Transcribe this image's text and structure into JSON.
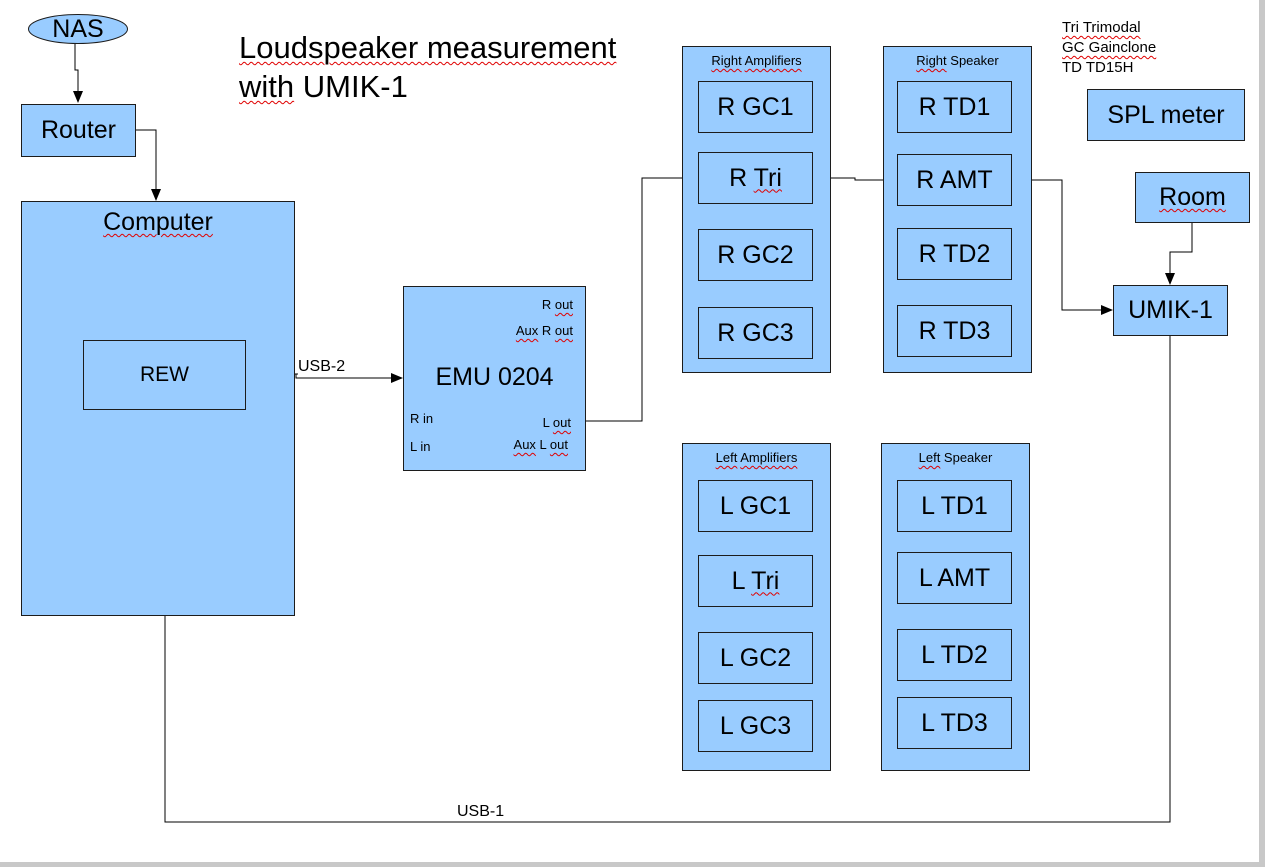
{
  "title": {
    "line1": "Loudspeaker measurement",
    "line2": "with UMIK-1"
  },
  "legend": [
    "Tri Trimodal",
    "GC Gainclone",
    "TD TD15H"
  ],
  "nodes": {
    "nas": "NAS",
    "router": "Router",
    "computer": "Computer",
    "rew": "REW",
    "emu": "EMU 0204",
    "room": "Room",
    "umik": "UMIK-1",
    "spl": "SPL meter"
  },
  "emu_ports": {
    "r_out": "R out",
    "aux_r_out": "Aux R out",
    "l_out": "L out",
    "aux_l_out": "Aux L out",
    "r_in": "R in",
    "l_in": "L in"
  },
  "links": {
    "usb2": "USB-2",
    "usb1": "USB-1"
  },
  "groups": {
    "right_amps": {
      "title": "Right Amplifiers",
      "items": [
        "R GC1",
        "R Tri",
        "R GC2",
        "R GC3"
      ]
    },
    "right_speaker": {
      "title": "Right Speaker",
      "items": [
        "R TD1",
        "R AMT",
        "R TD2",
        "R TD3"
      ]
    },
    "left_amps": {
      "title": "Left Amplifiers",
      "items": [
        "L GC1",
        "L Tri",
        "L GC2",
        "L GC3"
      ]
    },
    "left_speaker": {
      "title": "Left Speaker",
      "items": [
        "L TD1",
        "L AMT",
        "L TD2",
        "L TD3"
      ]
    }
  }
}
